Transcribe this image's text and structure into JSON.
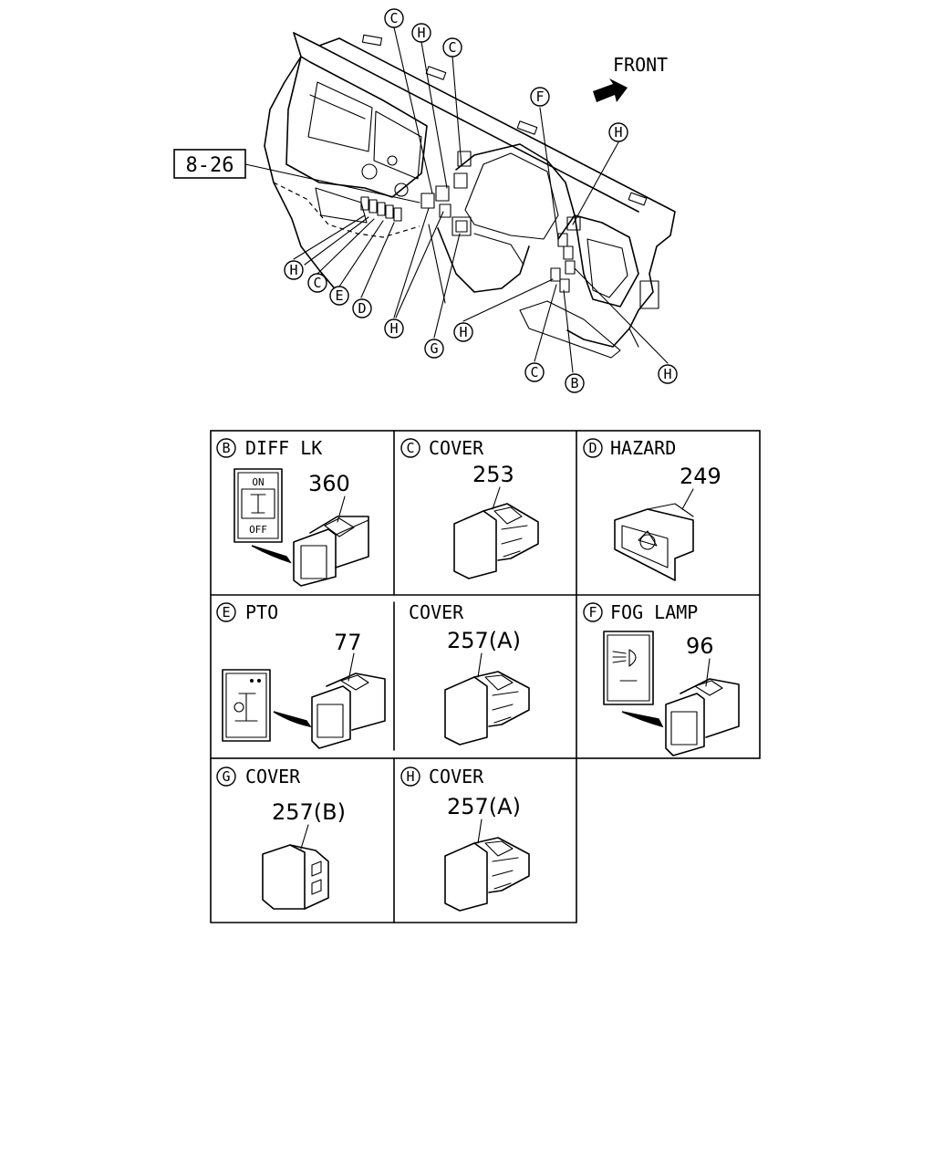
{
  "overview": {
    "front_label": "FRONT",
    "ref_box": "8-26",
    "callouts": [
      "C",
      "H",
      "C",
      "F",
      "H",
      "H",
      "C",
      "E",
      "D",
      "H",
      "G",
      "H",
      "C",
      "B",
      "H"
    ]
  },
  "panels": [
    {
      "letter": "B",
      "title": "DIFF LK",
      "part": "360",
      "switch_face": {
        "top": "ON",
        "bottom": "OFF"
      }
    },
    {
      "letter": "C",
      "title": "COVER",
      "part": "253"
    },
    {
      "letter": "D",
      "title": "HAZARD",
      "part": "249"
    },
    {
      "letter": "E",
      "title": "PTO",
      "part": "77"
    },
    {
      "letter": "",
      "title": "COVER",
      "part": "257(A)"
    },
    {
      "letter": "F",
      "title": "FOG LAMP",
      "part": "96"
    },
    {
      "letter": "G",
      "title": "COVER",
      "part": "257(B)"
    },
    {
      "letter": "H",
      "title": "COVER",
      "part": "257(A)"
    }
  ]
}
